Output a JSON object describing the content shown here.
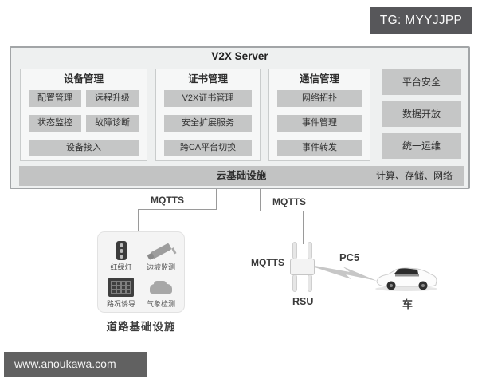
{
  "badge": {
    "text": "TG: MYYJJPP"
  },
  "server": {
    "title": "V2X Server",
    "panels": [
      {
        "title": "设备管理",
        "buttons": [
          "配置管理",
          "远程升级",
          "状态监控",
          "故障诊断",
          "设备接入"
        ]
      },
      {
        "title": "证书管理",
        "buttons": [
          "V2X证书管理",
          "安全扩展服务",
          "跨CA平台切换"
        ]
      },
      {
        "title": "通信管理",
        "buttons": [
          "网络拓扑",
          "事件管理",
          "事件转发"
        ]
      }
    ],
    "side_buttons": [
      "平台安全",
      "数据开放",
      "统一运维"
    ],
    "cloud_bar": {
      "label": "云基础设施",
      "detail": "计算、存储、网络"
    }
  },
  "connections": {
    "mqtts_road": "MQTTS",
    "mqtts_down": "MQTTS",
    "mqtts_rsu": "MQTTS",
    "pc5": "PC5"
  },
  "road_infra": {
    "items": [
      {
        "icon": "traffic-light-icon",
        "label": "红绿灯"
      },
      {
        "icon": "camera-icon",
        "label": "边坡监测"
      },
      {
        "icon": "led-board-icon",
        "label": "路况诱导"
      },
      {
        "icon": "weather-icon",
        "label": "气象检测"
      }
    ],
    "caption": "道路基础设施"
  },
  "rsu": {
    "label": "RSU"
  },
  "vehicle": {
    "label": "车"
  },
  "watermark": {
    "text": "www.anoukawa.com"
  },
  "colors": {
    "badge_bg": "#57575a",
    "server_bg": "#eef0f0",
    "panel_bg": "#f6f7f7",
    "chip_bg": "#c5c6c6",
    "cloud_bar_bg": "#c2c3c3",
    "line": "#9a9a9a",
    "watermark_bg": "#616161"
  }
}
